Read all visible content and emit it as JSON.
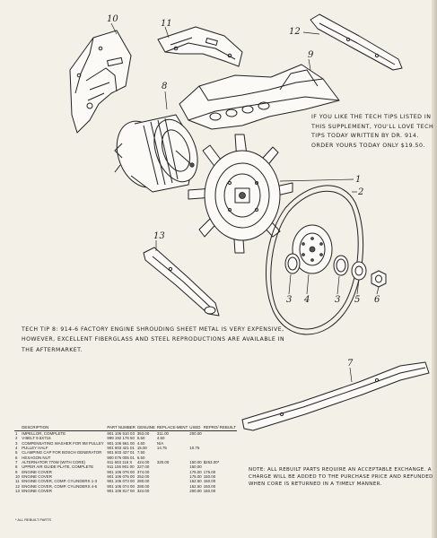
{
  "callouts": [
    "1",
    "2",
    "3",
    "3",
    "4",
    "5",
    "6",
    "7",
    "8",
    "9",
    "10",
    "11",
    "12",
    "13"
  ],
  "promo_text": "If you like the tech tips listed in this supplement, you'll love Tech tips TODAY written by Dr. 914. Order yours today only $19.50.",
  "tech_tip": "Tech Tip 8: 914-6 factory engine shrouding sheet metal is very expensive, however, excellent fiberglass and steel reproductions are available in the aftermarket.",
  "note": "Note: All rebuilt parts require an acceptable exchange. A charge will be added to the purchase price and refunded when core is returned in a timely manner.",
  "parts_table": {
    "headers": [
      "",
      "DESCRIPTION",
      "PART NUMBER",
      "GENUINE",
      "REPLACE-MENT",
      "USED",
      "REPRO/ REBUILT"
    ],
    "rows": [
      [
        "1",
        "IMPELLOR, COMPLETE",
        "901 106 510 03",
        "353.00",
        "311.00",
        "200.00",
        ""
      ],
      [
        "2",
        "V-BELT 9.5X716",
        "999 192 176 50",
        "6.50",
        "4.50",
        "",
        ""
      ],
      [
        "3",
        "COMPENSATING WASHER FOR 9M PULLEY",
        "901 106 561 00",
        "4.50",
        "N/A",
        "",
        ""
      ],
      [
        "4",
        "PULLEY HALF",
        "901 603 421 01",
        "15.00",
        "14.75",
        "10.75",
        ""
      ],
      [
        "5",
        "CLAMPING CAP FOR BOSCH GENERATOR",
        "901 603 427 01",
        "7.50",
        "",
        "",
        ""
      ],
      [
        "6",
        "HEXAGON NUT",
        "900 076 005 01",
        "6.50",
        "",
        "",
        ""
      ],
      [
        "7",
        "ALTERNATOR 770W (WITH CORE)",
        "911 603 116 X",
        "424.00",
        "320.00",
        "150.00",
        "$253.00*"
      ],
      [
        "8",
        "UPPER AIR GUIDE PLATE, COMPLETE",
        "911 106 901 00",
        "227.00",
        "",
        "150.00",
        ""
      ],
      [
        "9",
        "ENGINE COVER",
        "901 106 076 00",
        "374.00",
        "",
        "175.00",
        "175.00"
      ],
      [
        "10",
        "ENGINE COVER",
        "901 106 075 00",
        "252.00",
        "",
        "175.00",
        "150.00"
      ],
      [
        "11",
        "ENGINE COVER, COMP. CYLINDERS 1-3",
        "901 106 073 00",
        "280.00",
        "",
        "152.50",
        "150.00"
      ],
      [
        "12",
        "ENGINE COVER, COMP. CYLINDERS 4-6",
        "901 106 074 00",
        "280.00",
        "",
        "152.50",
        "150.00"
      ],
      [
        "13",
        "ENGINE COVER",
        "901 106 817 00",
        "324.00",
        "",
        "200.00",
        "150.00"
      ]
    ],
    "footnote": "* ALL REBUILT PARTS"
  }
}
